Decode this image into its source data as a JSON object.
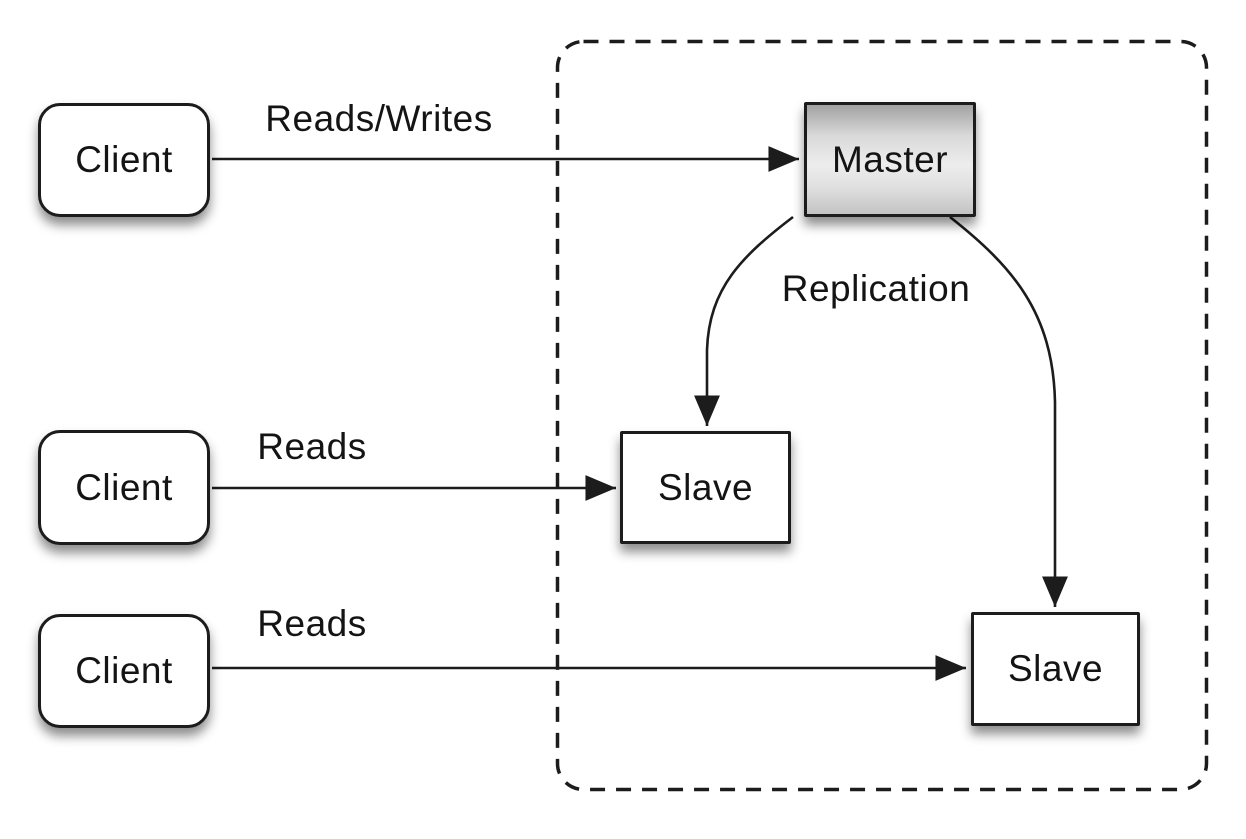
{
  "nodes": {
    "client1": {
      "label": "Client"
    },
    "client2": {
      "label": "Client"
    },
    "client3": {
      "label": "Client"
    },
    "master": {
      "label": "Master"
    },
    "slave1": {
      "label": "Slave"
    },
    "slave2": {
      "label": "Slave"
    }
  },
  "edges": {
    "client1_to_master": {
      "label": "Reads/Writes"
    },
    "client2_to_slave1": {
      "label": "Reads"
    },
    "client3_to_slave2": {
      "label": "Reads"
    },
    "master_to_slaves": {
      "label": "Replication"
    }
  },
  "colors": {
    "background": "#ffffff",
    "stroke": "#1c1c1c",
    "node_fill": "#ffffff",
    "master_gradient_top": "#a2a2a2",
    "master_gradient_mid": "#ededed",
    "master_gradient_bottom": "#c3c3c3",
    "text": "#141414"
  }
}
